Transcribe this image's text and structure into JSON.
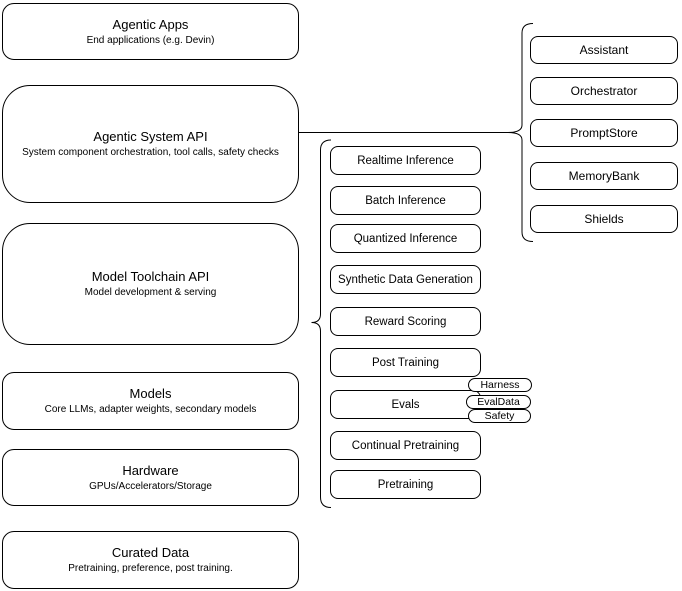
{
  "diagram": {
    "stack": [
      {
        "title": "Agentic Apps",
        "subtitle": "End applications (e.g. Devin)"
      },
      {
        "title": "Agentic System API",
        "subtitle": "System component orchestration, tool calls, safety checks"
      },
      {
        "title": "Model Toolchain API",
        "subtitle": "Model development & serving"
      },
      {
        "title": "Models",
        "subtitle": "Core LLMs, adapter weights, secondary models"
      },
      {
        "title": "Hardware",
        "subtitle": "GPUs/Accelerators/Storage"
      },
      {
        "title": "Curated Data",
        "subtitle": "Pretraining, preference, post training."
      }
    ],
    "toolchain_group": {
      "items": [
        "Realtime Inference",
        "Batch Inference",
        "Quantized Inference",
        "Synthetic Data Generation",
        "Reward Scoring",
        "Post Training",
        "Evals",
        "Continual Pretraining",
        "Pretraining"
      ],
      "evals_tags": [
        "Harness",
        "EvalData",
        "Safety"
      ]
    },
    "system_group": {
      "items": [
        "Assistant",
        "Orchestrator",
        "PromptStore",
        "MemoryBank",
        "Shields"
      ]
    },
    "colors": {
      "stroke": "#000000",
      "fill": "#ffffff"
    }
  }
}
